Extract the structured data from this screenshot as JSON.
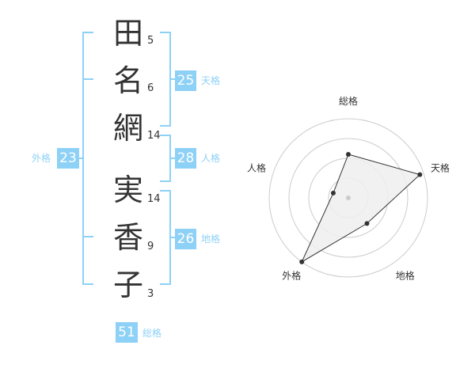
{
  "name_chars": [
    {
      "char": "田",
      "strokes": "5"
    },
    {
      "char": "名",
      "strokes": "6"
    },
    {
      "char": "網",
      "strokes": "14"
    },
    {
      "char": "実",
      "strokes": "14"
    },
    {
      "char": "香",
      "strokes": "9"
    },
    {
      "char": "子",
      "strokes": "3"
    }
  ],
  "kaku": {
    "tenkaku": {
      "label": "天格",
      "value": "25"
    },
    "jinkaku": {
      "label": "人格",
      "value": "28"
    },
    "chikaku": {
      "label": "地格",
      "value": "26"
    },
    "gaikaku": {
      "label": "外格",
      "value": "23"
    },
    "soukaku": {
      "label": "総格",
      "value": "51"
    }
  },
  "colors": {
    "accent": "#8ed1f6",
    "text": "#333333",
    "grid": "#cccccc"
  },
  "chart_data": {
    "type": "radar",
    "axes": [
      "総格",
      "天格",
      "地格",
      "外格",
      "人格"
    ],
    "values": [
      0.55,
      0.95,
      0.4,
      1.0,
      0.2
    ],
    "rings": 4
  }
}
